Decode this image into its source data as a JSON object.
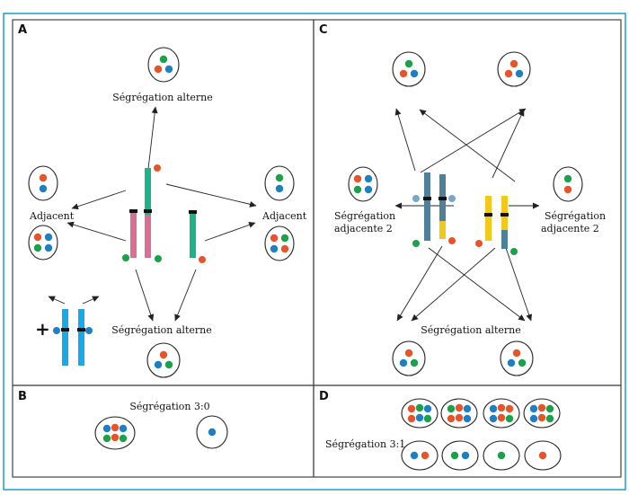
{
  "panels": [
    {
      "letter": "A"
    },
    {
      "letter": "B"
    },
    {
      "letter": "C"
    },
    {
      "letter": "D"
    }
  ],
  "labels": {
    "a_top": "Ségrégation alterne",
    "a_left": "Adjacent",
    "a_right": "Adjacent",
    "a_bottom": "Ségrégation alterne",
    "a_plus": "+",
    "b_title": "Ségrégation 3:0",
    "c_left_1": "Ségrégation",
    "c_left_2": "adjacente 2",
    "c_right_1": "Ségrégation",
    "c_right_2": "adjacente 2",
    "c_bottom": "Ségrégation alterne",
    "d_title": "Ségrégation 3:1"
  },
  "colors": {
    "border": "#1a9fc9",
    "line": "#333333",
    "red": "#e8542a",
    "blue": "#1f7fc4",
    "green": "#1aa14a",
    "pink": "#d86f95",
    "teal": "#1fb28a",
    "cyan": "#1aa9e6",
    "slate": "#4f7f99",
    "yellow": "#f2c81a",
    "lightblue": "#7aa7c9",
    "black": "#111111"
  },
  "gametes": [
    {
      "id": "a-top",
      "dots": [
        "green",
        "red",
        "blue"
      ]
    },
    {
      "id": "a-left-1",
      "dots": [
        "red",
        "blue"
      ]
    },
    {
      "id": "a-left-2",
      "dots": [
        "red",
        "blue",
        "green",
        "blue"
      ]
    },
    {
      "id": "a-right-1",
      "dots": [
        "green",
        "blue"
      ]
    },
    {
      "id": "a-right-2",
      "dots": [
        "red",
        "green",
        "blue",
        "red"
      ]
    },
    {
      "id": "a-bottom",
      "dots": [
        "red",
        "blue",
        "green"
      ]
    },
    {
      "id": "b-1",
      "dots": [
        "blue",
        "red",
        "blue",
        "green",
        "red",
        "green"
      ]
    },
    {
      "id": "b-2",
      "dots": [
        "blue"
      ]
    },
    {
      "id": "c-top-1",
      "dots": [
        "green",
        "red",
        "blue"
      ]
    },
    {
      "id": "c-top-2",
      "dots": [
        "red",
        "red",
        "blue"
      ]
    },
    {
      "id": "c-left",
      "dots": [
        "red",
        "blue",
        "green",
        "blue"
      ]
    },
    {
      "id": "c-right",
      "dots": [
        "green",
        "red"
      ]
    },
    {
      "id": "c-bottom-1",
      "dots": [
        "red",
        "blue",
        "green"
      ]
    },
    {
      "id": "c-bottom-2",
      "dots": [
        "red",
        "blue",
        "green"
      ]
    },
    {
      "id": "d-1",
      "dots": [
        "red",
        "green",
        "blue",
        "red",
        "blue",
        "green"
      ]
    },
    {
      "id": "d-2",
      "dots": [
        "green",
        "red",
        "blue",
        "red",
        "red",
        "blue"
      ]
    },
    {
      "id": "d-3",
      "dots": [
        "blue",
        "red",
        "red",
        "blue",
        "red",
        "green"
      ]
    },
    {
      "id": "d-4",
      "dots": [
        "blue",
        "red",
        "green",
        "blue",
        "red",
        "green"
      ]
    },
    {
      "id": "d-5",
      "dots": [
        "blue",
        "red"
      ]
    },
    {
      "id": "d-6",
      "dots": [
        "green",
        "blue"
      ]
    },
    {
      "id": "d-7",
      "dots": [
        "green"
      ]
    },
    {
      "id": "d-8",
      "dots": [
        "red"
      ]
    }
  ]
}
